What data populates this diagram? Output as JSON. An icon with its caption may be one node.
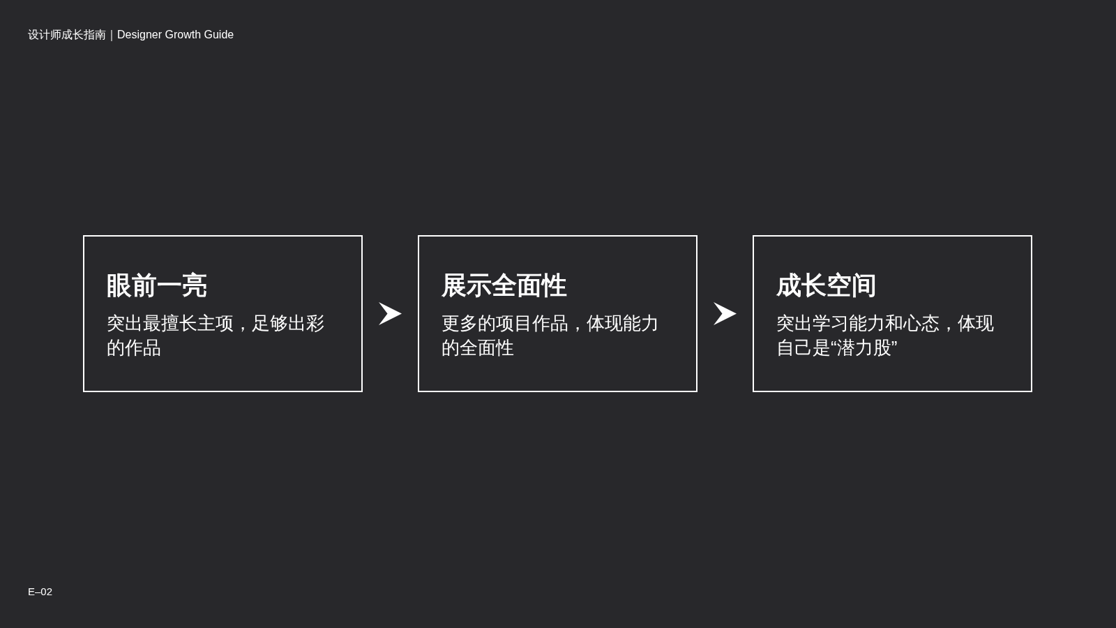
{
  "diagram": {
    "title": "设计师成长指南｜Designer Growth Guide",
    "nodes": [
      {
        "text": [
          "眼前一亮",
          "突出最擅长主项，足够出彩的作品"
        ]
      },
      {
        "text": [
          "展示全面性",
          "更多的项目作品，体现能力的全面性"
        ]
      },
      {
        "text": [
          "成长空间",
          "突出学习能力和心态，体现自己是“潜力股”"
        ]
      }
    ],
    "edges": [
      {
        "from": 0,
        "to": 1,
        "arrow": "to"
      },
      {
        "from": 1,
        "to": 2,
        "arrow": "to"
      }
    ],
    "labels": [
      "E–02"
    ]
  }
}
